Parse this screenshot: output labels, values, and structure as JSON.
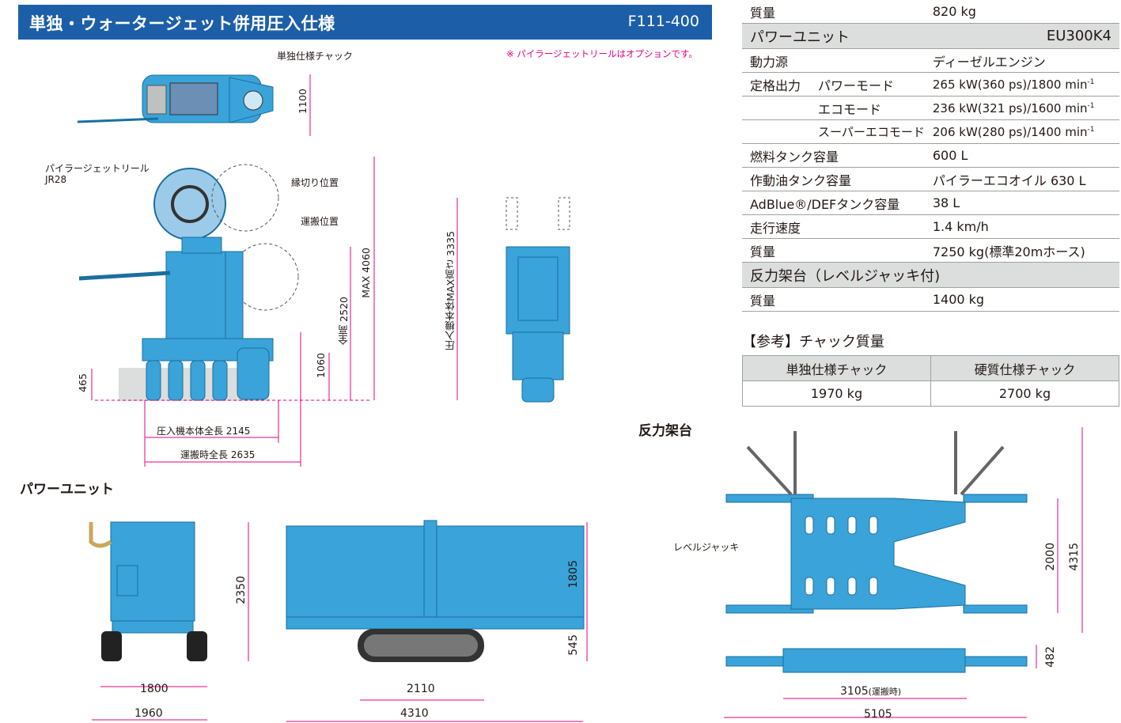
{
  "header": {
    "title": "単独・ウォータージェット併用圧入仕様",
    "code": "F111-400"
  },
  "note": "※ パイラージェットリールはオプションです。",
  "press": {
    "chuck_label": "単独仕様チャック",
    "reel_label": "パイラージェットリール",
    "reel_model": "JR28",
    "cut_label": "縁切り位置",
    "transport_label": "運搬位置",
    "dim_1100": "1100",
    "dim_465": "465",
    "dim_1060": "1060",
    "dim_2520": "全高 2520",
    "dim_4060": "MAX 4060",
    "dim_3335": "圧入機本体MAX高さ 3335",
    "dim_2145": "圧入機本体全長 2145",
    "dim_2635": "運搬時全長 2635"
  },
  "power_section": {
    "title": "パワーユニット",
    "dim_1800": "1800",
    "dim_1960": "1960",
    "dim_2350": "2350",
    "dim_2110": "2110",
    "dim_4310": "4310",
    "dim_1805": "1805",
    "dim_545": "545"
  },
  "reaction_section": {
    "title": "反力架台",
    "jack_label": "レベルジャッキ",
    "dim_2000": "2000",
    "dim_4315": "4315",
    "dim_482": "482",
    "dim_3105": "3105",
    "dim_3105_note": "(運搬時)",
    "dim_5105": "5105"
  },
  "spec": {
    "top_mass_label": "質量",
    "top_mass_value": "820 kg",
    "pu_header": "パワーユニット",
    "pu_model": "EU300K4",
    "source_label": "動力源",
    "source_value": "ディーゼルエンジン",
    "rated_label": "定格出力",
    "modes": [
      {
        "name": "パワーモード",
        "value": "265 kW(360 ps)/1800 min",
        "sup": "-1"
      },
      {
        "name": "エコモード",
        "value": "236 kW(321 ps)/1600 min",
        "sup": "-1"
      },
      {
        "name": "スーパーエコモード",
        "value": "206 kW(280 ps)/1400 min",
        "sup": "-1"
      }
    ],
    "fuel_label": "燃料タンク容量",
    "fuel_value": "600 L",
    "oil_label": "作動油タンク容量",
    "oil_value": "パイラーエコオイル 630 L",
    "adblue_label": "AdBlue®/DEFタンク容量",
    "adblue_value": "38 L",
    "speed_label": "走行速度",
    "speed_value": "1.4 km/h",
    "pu_mass_label": "質量",
    "pu_mass_value": "7250 kg(標準20mホース)",
    "rf_header": "反力架台（レベルジャッキ付)",
    "rf_mass_label": "質量",
    "rf_mass_value": "1400 kg"
  },
  "reference": {
    "title": "【参考】チャック質量",
    "headers": [
      "単独仕様チャック",
      "硬質仕様チャック"
    ],
    "values": [
      "1970 kg",
      "2700 kg"
    ]
  },
  "colors": {
    "accent": "#1c5fa8",
    "machine": "#3aa3d9",
    "note": "#e4007f",
    "dim_line": "#e4007f"
  }
}
